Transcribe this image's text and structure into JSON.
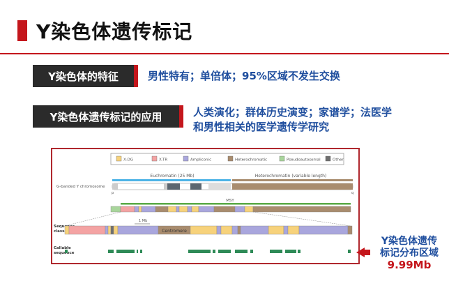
{
  "header": {
    "title": "Y染色体遗传标记"
  },
  "feature": {
    "label": "Y染色体的特征",
    "text": "男性特有；单倍体；95%区域不发生交换"
  },
  "application": {
    "label": "Y染色体遗传标记的应用",
    "line1": "人类演化；群体历史演变；家谱学；法医学",
    "line2": "和男性相关的医学遗传学研究"
  },
  "figure": {
    "legend": [
      {
        "name": "X-DG",
        "color": "#f7d27b"
      },
      {
        "name": "X-TR",
        "color": "#f4a3a3"
      },
      {
        "name": "Ampliconic",
        "color": "#a9a6dd"
      },
      {
        "name": "Heterochromatic",
        "color": "#a98c6e"
      },
      {
        "name": "Pseudoautosomal",
        "color": "#a8d59b"
      },
      {
        "name": "Other",
        "color": "#6e6e6e"
      }
    ],
    "euchromatin_label": "Euchromatin (25 Mb)",
    "heterochromatin_label": "Heterochromatin (variable length)",
    "chromosome_label": "G-banded Y chromosome",
    "p_label": "p",
    "q_label": "q",
    "msy_label": "MSY",
    "scale_label": "1 Mb",
    "centromere_label": "Centromere",
    "sequence_classes_label_1": "Sequence",
    "sequence_classes_label_2": "classes",
    "callable_label_1": "Callable",
    "callable_label_2": "sequence"
  },
  "callout": {
    "line1": "Y染色体遗传",
    "line2": "标记分布区域",
    "value": "9.99Mb"
  },
  "colors": {
    "accent": "#c4161c",
    "blue": "#1f4e9e",
    "dark": "#2b2b2b",
    "callable": "#2e8b57"
  }
}
